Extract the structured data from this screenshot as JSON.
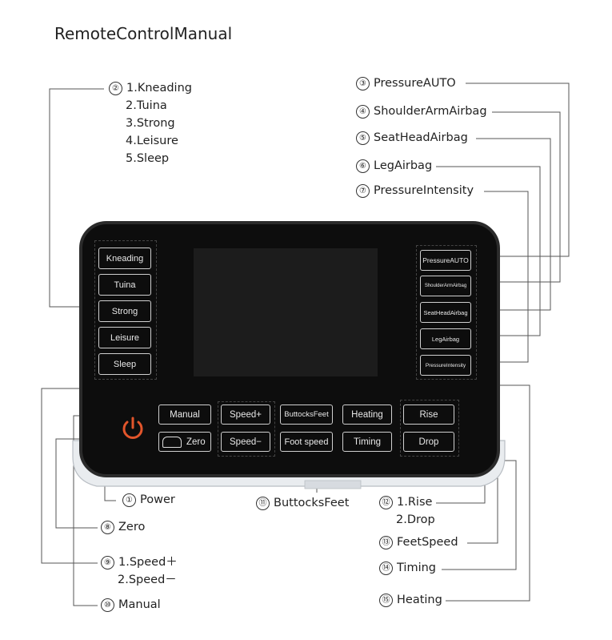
{
  "title": "RemoteControlManual",
  "callouts": {
    "c2": {
      "num": "②",
      "lines": [
        "1.Kneading",
        "2.Tuina",
        "3.Strong",
        "4.Leisure",
        "5.Sleep"
      ]
    },
    "c3": {
      "num": "③",
      "text": "PressureAUTO"
    },
    "c4": {
      "num": "④",
      "text": "ShoulderArmAirbag"
    },
    "c5": {
      "num": "⑤",
      "text": "SeatHeadAirbag"
    },
    "c6": {
      "num": "⑥",
      "text": "LegAirbag"
    },
    "c7": {
      "num": "⑦",
      "text": "PressureIntensity"
    },
    "c1": {
      "num": "①",
      "text": "Power"
    },
    "c8": {
      "num": "⑧",
      "text": "Zero"
    },
    "c9": {
      "num": "⑨",
      "lines": [
        "1.Speed＋",
        "2.Speed－"
      ]
    },
    "c10": {
      "num": "⑩",
      "text": "Manual"
    },
    "c11": {
      "num": "⑪",
      "text": "ButtocksFeet"
    },
    "c12": {
      "num": "⑫",
      "lines": [
        "1.Rise",
        "2.Drop"
      ]
    },
    "c13": {
      "num": "⑬",
      "text": "FeetSpeed"
    },
    "c14": {
      "num": "⑭",
      "text": "Timing"
    },
    "c15": {
      "num": "⑮",
      "text": "Heating"
    }
  },
  "remote": {
    "mode_buttons": [
      "Kneading",
      "Tuina",
      "Strong",
      "Leisure",
      "Sleep"
    ],
    "airbag_buttons": [
      "PressureAUTO",
      "ShoulderArmAirbag",
      "SeatHeadAirbag",
      "LegAirbag",
      "PressureIntensity"
    ],
    "manual": "Manual",
    "zero": "Zero",
    "speed_plus": "Speed+",
    "speed_minus": "Speed−",
    "buttocks_feet": "ButtocksFeet",
    "foot_speed": "Foot speed",
    "heating": "Heating",
    "timing": "Timing",
    "rise": "Rise",
    "drop": "Drop"
  },
  "colors": {
    "power_accent": "#e2552b",
    "panel": "#0d0d0d",
    "button_border": "#cfcfcf"
  }
}
